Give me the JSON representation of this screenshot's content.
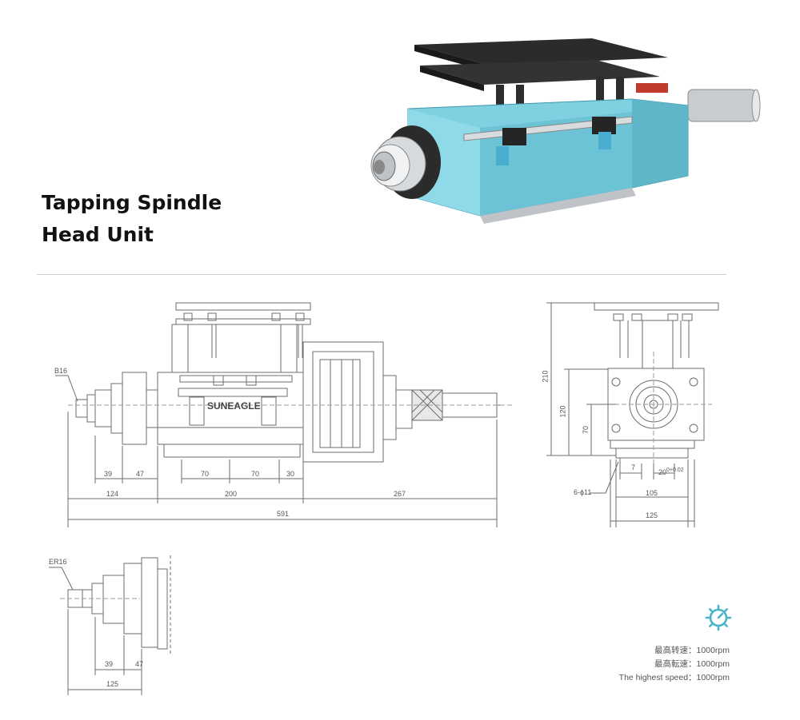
{
  "title": {
    "line1": "Tapping Spindle",
    "line2": "Head Unit"
  },
  "product": {
    "brand_text": "SUNEAGLE",
    "body_color": "#7fd0e0",
    "plate_color": "#2b2b2b"
  },
  "front_view": {
    "collet_label": "B16",
    "dims_row1": [
      "39",
      "47",
      "70",
      "70",
      "30"
    ],
    "dims_row2": [
      "124",
      "200",
      "267"
    ],
    "dim_total": "591"
  },
  "side_view": {
    "dim_210": "210",
    "dim_120": "120",
    "dim_70": "70",
    "dim_7": "7",
    "dim_20": "20",
    "dim_20_tol_top": "+0.02",
    "dim_20_tol_bottom": "0",
    "hole_label": "6-ϕ11",
    "dim_105": "105",
    "dim_125": "125"
  },
  "alt_view": {
    "collet_label": "ER16",
    "dims_row1": [
      "39",
      "47"
    ],
    "dim_total": "125"
  },
  "specs": {
    "icon": "gear-gauge-icon",
    "icon_color": "#4ab3c9",
    "line1": "最高转速：1000rpm",
    "line2": "最高転速：1000rpm",
    "line3": "The highest speed：1000rpm"
  }
}
